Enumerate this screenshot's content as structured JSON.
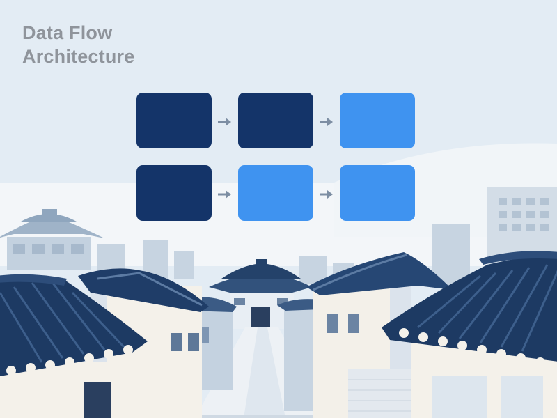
{
  "diagram": {
    "title_lines": [
      "Data Flow",
      "Architecture"
    ],
    "nodes": [
      {
        "id": "n1",
        "row": 1,
        "col": 1,
        "tone": "dark"
      },
      {
        "id": "n2",
        "row": 1,
        "col": 2,
        "tone": "dark"
      },
      {
        "id": "n3",
        "row": 1,
        "col": 3,
        "tone": "light"
      },
      {
        "id": "n4",
        "row": 2,
        "col": 1,
        "tone": "dark"
      },
      {
        "id": "n5",
        "row": 2,
        "col": 2,
        "tone": "light"
      },
      {
        "id": "n6",
        "row": 2,
        "col": 3,
        "tone": "light"
      }
    ],
    "edges": [
      {
        "from": "n1",
        "to": "n2"
      },
      {
        "from": "n2",
        "to": "n3"
      },
      {
        "from": "n4",
        "to": "n5"
      },
      {
        "from": "n5",
        "to": "n6"
      }
    ]
  },
  "colors": {
    "node_dark": "#143469",
    "node_light": "#3f93f0",
    "arrow": "#7d8ea3",
    "title": "#8f949b",
    "sky": "#e3ecf4"
  }
}
